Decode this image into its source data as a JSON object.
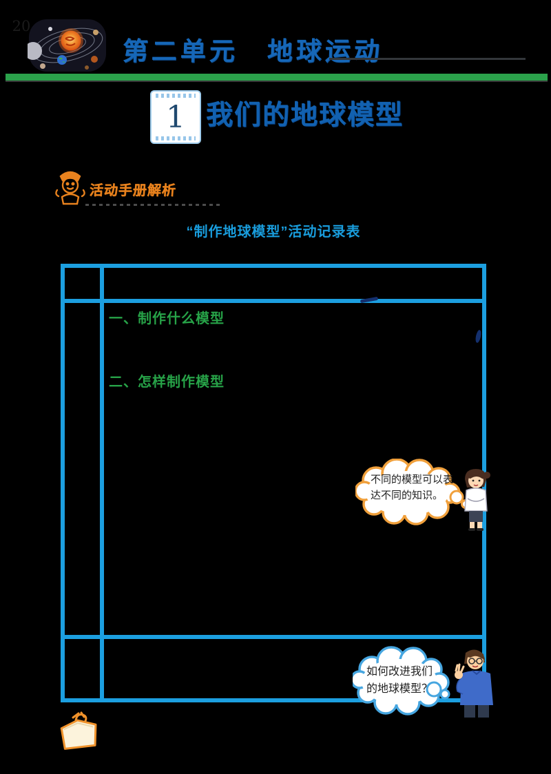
{
  "header": {
    "unit_title": "第二单元　地球运动",
    "logo": "solar-system"
  },
  "lesson": {
    "number": "1",
    "title": "我们的地球模型"
  },
  "section": {
    "label": "活动手册解析"
  },
  "worksheet": {
    "title": "“制作地球模型”活动记录表",
    "headings": [
      {
        "label": "一、制作什么模型"
      },
      {
        "label": "二、怎样制作模型"
      }
    ]
  },
  "bubbles": [
    {
      "speaker": "girl",
      "text": "不同的模型可以表达不同的知识。"
    },
    {
      "speaker": "man",
      "text": "如何改进我们的地球模型？"
    }
  ],
  "footer": {
    "page_number": "20"
  },
  "colors": {
    "background": "#000000",
    "unit_title_blue": "#1667b8",
    "green_bar": "#2ba24b",
    "lesson_title_blue": "#1261b0",
    "section_orange": "#e8821e",
    "table_blue": "#1c9fe0",
    "heading_green": "#27a348",
    "worksheet_title_blue": "#199ddd",
    "bubble1_border": "#f0a03c",
    "bubble2_border": "#46a6e0",
    "pen_mark_navy": "#14306e",
    "tag_cream": "#fcf3dc",
    "tag_border": "#f0922b"
  }
}
